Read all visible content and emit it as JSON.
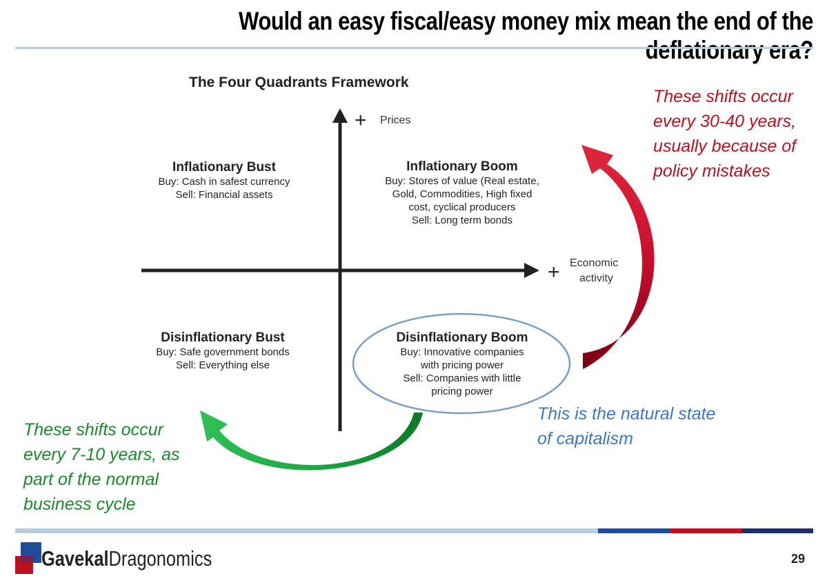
{
  "slide": {
    "title": "Would an easy fiscal/easy money mix mean the end of the deflationary era?",
    "page_number": "29"
  },
  "framework": {
    "title": "The Four Quadrants Framework",
    "y_axis_label": "Prices",
    "x_axis_label_line1": "Economic",
    "x_axis_label_line2": "activity",
    "plus_sign": "+"
  },
  "quadrants": {
    "inflationary_bust": {
      "heading": "Inflationary Bust",
      "lines": [
        "Buy: Cash in safest currency",
        "Sell: Financial assets"
      ]
    },
    "inflationary_boom": {
      "heading": "Inflationary Boom",
      "lines": [
        "Buy: Stores of value (Real estate,",
        "Gold, Commodities, High fixed",
        "cost, cyclical producers",
        "Sell: Long term bonds"
      ]
    },
    "disinflationary_bust": {
      "heading": "Disinflationary Bust",
      "lines": [
        "Buy: Safe government bonds",
        "Sell: Everything else"
      ]
    },
    "disinflationary_boom": {
      "heading": "Disinflationary Boom",
      "lines": [
        "Buy: Innovative companies",
        "with pricing power",
        "Sell: Companies with little",
        "pricing power"
      ]
    }
  },
  "notes": {
    "red": [
      "These shifts occur",
      "every 30-40 years,",
      "usually because of",
      "policy mistakes"
    ],
    "green": [
      "These shifts occur",
      "every 7-10 years, as",
      "part of the normal",
      "business cycle"
    ],
    "blue": [
      "This is the natural state",
      "of capitalism"
    ]
  },
  "logo": {
    "brand_bold": "Gavekal",
    "brand_regular": "Dragonomics"
  },
  "colors": {
    "red_note": "#c0101e",
    "green_note": "#1a8a2a",
    "blue_note": "#3a78c0",
    "ellipse": "#7a9cc8",
    "bar_light": "#b8cbe0",
    "bar_blue": "#1f4e96",
    "bar_red": "#c0101e",
    "bar_navy": "#1f2f6b"
  }
}
